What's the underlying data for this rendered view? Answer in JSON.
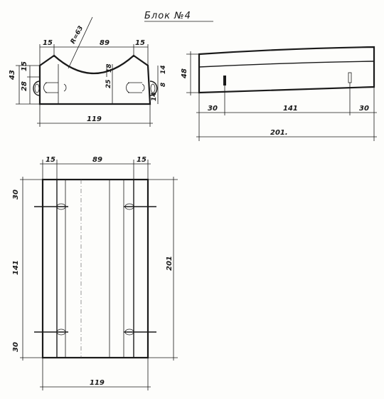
{
  "title": "Блок №4",
  "front_view": {
    "dims": {
      "left_edge": "15",
      "radius": "R=63",
      "top_width": "89",
      "right_edge": "15",
      "total_height": "43",
      "upper_height": "15",
      "lower_height": "28",
      "mid_height": "18",
      "inner_height": "25",
      "right_14_top": "14",
      "right_8": "8",
      "right_14_bottom": "14",
      "bottom_width": "119"
    }
  },
  "side_view": {
    "dims": {
      "height": "48",
      "left_offset": "30",
      "middle": "141",
      "right_offset": "30",
      "total_length": "201."
    }
  },
  "plan_view": {
    "dims": {
      "left_strip": "15",
      "middle_width": "89",
      "right_strip": "15",
      "top_offset": "30",
      "bolt_span": "141",
      "bottom_offset": "30",
      "total_length": "201",
      "total_width": "119"
    }
  }
}
